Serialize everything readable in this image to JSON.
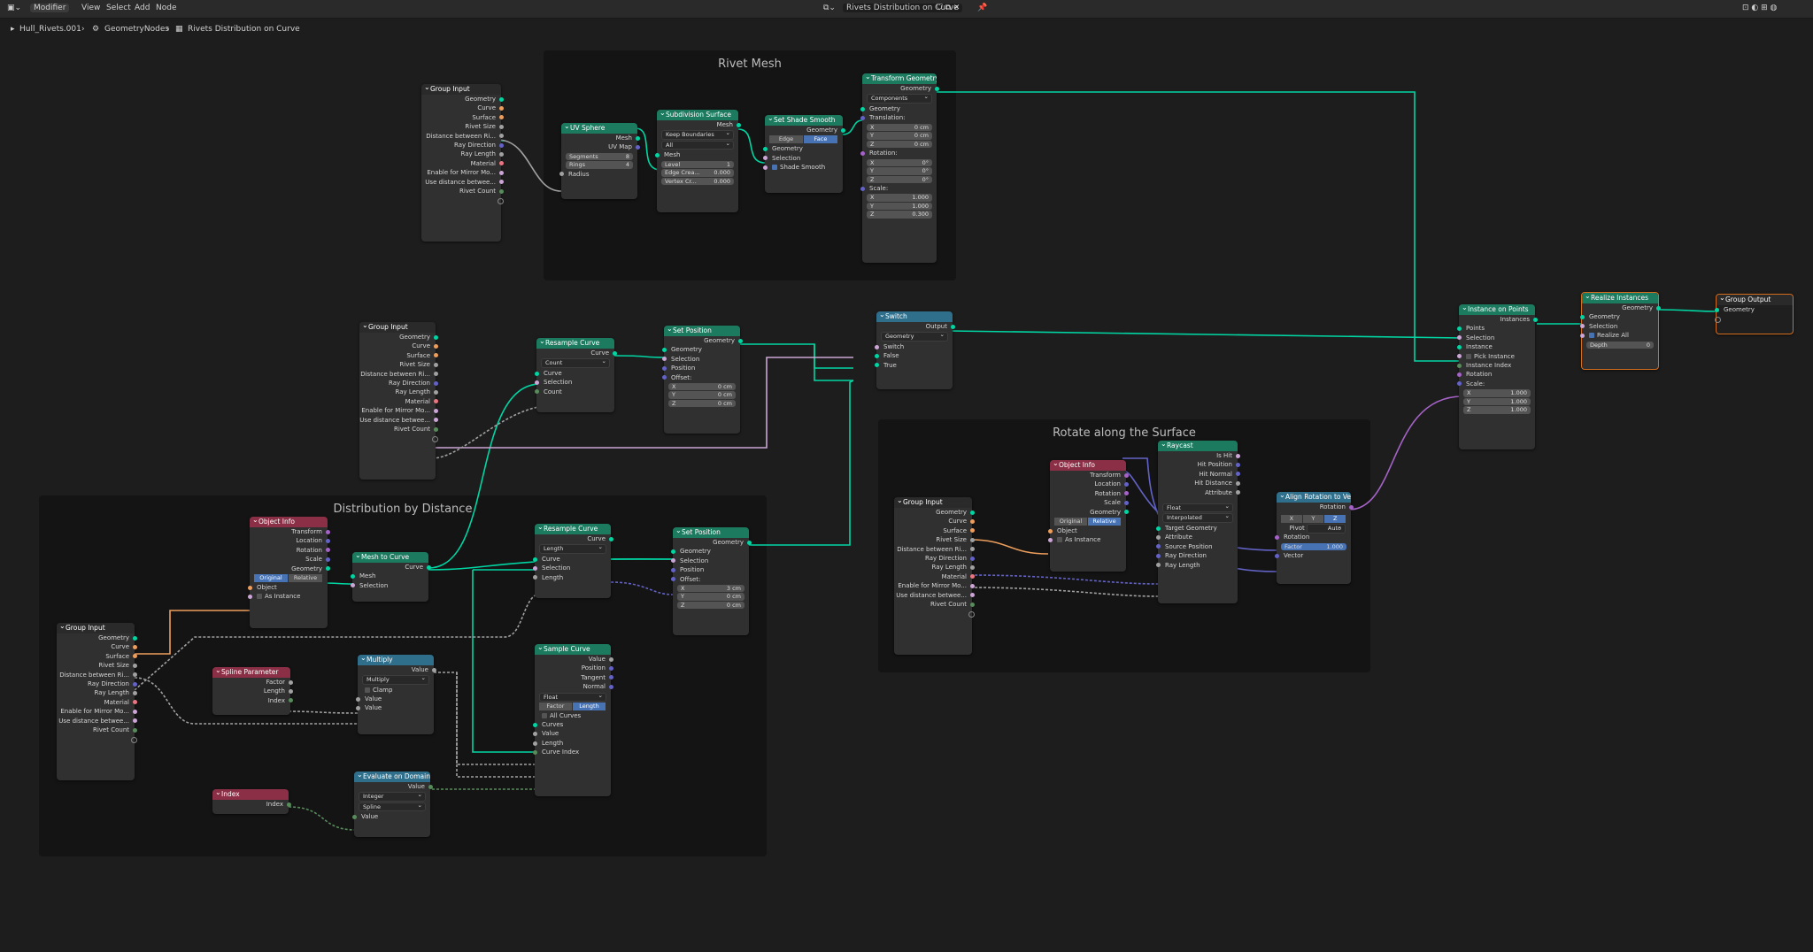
{
  "topbar": {
    "editor_type": "Modifier",
    "menus": [
      "View",
      "Select",
      "Add",
      "Node"
    ],
    "node_tree_name": "Rivets Distribution on Curve"
  },
  "breadcrumb": [
    "Hull_Rivets.001",
    "GeometryNodes",
    "Rivets Distribution on Curve"
  ],
  "frames": {
    "rivet_mesh": "Rivet Mesh",
    "distribution": "Distribution by Distance",
    "rotate": "Rotate along the Surface"
  },
  "group_input": {
    "title": "Group Input",
    "outputs": [
      "Geometry",
      "Curve",
      "Surface",
      "Rivet Size",
      "Distance between Ri...",
      "Ray Direction",
      "Ray Length",
      "Material",
      "Enable for Mirror Mo...",
      "Use distance betwee...",
      "Rivet Count"
    ]
  },
  "uv_sphere": {
    "title": "UV Sphere",
    "out_mesh": "Mesh",
    "out_uv": "UV Map",
    "segments_label": "Segments",
    "segments": "8",
    "rings_label": "Rings",
    "rings": "4",
    "radius": "Radius"
  },
  "subdivision": {
    "title": "Subdivision Surface",
    "out_mesh": "Mesh",
    "boundary": "Keep Boundaries",
    "uv": "All",
    "in_mesh": "Mesh",
    "level_label": "Level",
    "level": "1",
    "edge_label": "Edge Crea...",
    "edge": "0.000",
    "vertex_label": "Vertex Cr...",
    "vertex": "0.000"
  },
  "shade_smooth": {
    "title": "Set Shade Smooth",
    "out_geo": "Geometry",
    "mode_edge": "Edge",
    "mode_face": "Face",
    "in_geo": "Geometry",
    "selection": "Selection",
    "shade": "Shade Smooth"
  },
  "transform": {
    "title": "Transform Geometry",
    "out_geo": "Geometry",
    "mode": "Components",
    "in_geo": "Geometry",
    "translation": "Translation:",
    "t": [
      [
        "X",
        "0 cm"
      ],
      [
        "Y",
        "0 cm"
      ],
      [
        "Z",
        "0 cm"
      ]
    ],
    "rotation": "Rotation:",
    "r": [
      [
        "X",
        "0°"
      ],
      [
        "Y",
        "0°"
      ],
      [
        "Z",
        "0°"
      ]
    ],
    "scale": "Scale:",
    "s": [
      [
        "X",
        "1.000"
      ],
      [
        "Y",
        "1.000"
      ],
      [
        "Z",
        "0.300"
      ]
    ]
  },
  "resample1": {
    "title": "Resample Curve",
    "out": "Curve",
    "mode": "Count",
    "in_curve": "Curve",
    "selection": "Selection",
    "count": "Count"
  },
  "setpos1": {
    "title": "Set Position",
    "out": "Geometry",
    "geo": "Geometry",
    "selection": "Selection",
    "position": "Position",
    "offset": "Offset:",
    "o": [
      [
        "X",
        "0 cm"
      ],
      [
        "Y",
        "0 cm"
      ],
      [
        "Z",
        "0 cm"
      ]
    ]
  },
  "switch": {
    "title": "Switch",
    "out": "Output",
    "type": "Geometry",
    "sw": "Switch",
    "false": "False",
    "true": "True"
  },
  "instance_on_points": {
    "title": "Instance on Points",
    "out": "Instances",
    "points": "Points",
    "selection": "Selection",
    "instance": "Instance",
    "pick": "Pick Instance",
    "index": "Instance Index",
    "rotation": "Rotation",
    "scale": "Scale:",
    "s": [
      [
        "X",
        "1.000"
      ],
      [
        "Y",
        "1.000"
      ],
      [
        "Z",
        "1.000"
      ]
    ]
  },
  "realize": {
    "title": "Realize Instances",
    "out": "Geometry",
    "geo": "Geometry",
    "selection": "Selection",
    "all": "Realize All",
    "depth_label": "Depth",
    "depth": "0"
  },
  "group_output": {
    "title": "Group Output",
    "geo": "Geometry"
  },
  "object_info": {
    "title": "Object Info",
    "outputs": [
      "Transform",
      "Location",
      "Rotation",
      "Scale",
      "Geometry"
    ],
    "original": "Original",
    "relative": "Relative",
    "object": "Object",
    "as_instance": "As Instance"
  },
  "mesh_to_curve": {
    "title": "Mesh to Curve",
    "out": "Curve",
    "mesh": "Mesh",
    "selection": "Selection"
  },
  "resample2": {
    "title": "Resample Curve",
    "out": "Curve",
    "mode": "Length",
    "in_curve": "Curve",
    "selection": "Selection",
    "length": "Length"
  },
  "setpos2": {
    "title": "Set Position",
    "out": "Geometry",
    "geo": "Geometry",
    "selection": "Selection",
    "position": "Position",
    "offset": "Offset:",
    "o": [
      [
        "X",
        "3 cm"
      ],
      [
        "Y",
        "0 cm"
      ],
      [
        "Z",
        "0 cm"
      ]
    ]
  },
  "spline_param": {
    "title": "Spline Parameter",
    "outputs": [
      "Factor",
      "Length",
      "Index"
    ]
  },
  "multiply": {
    "title": "Multiply",
    "out": "Value",
    "op": "Multiply",
    "clamp": "Clamp",
    "v1": "Value",
    "v2": "Value"
  },
  "sample_curve": {
    "title": "Sample Curve",
    "outputs": [
      "Value",
      "Position",
      "Tangent",
      "Normal"
    ],
    "type": "Float",
    "factor": "Factor",
    "length_mode": "Length",
    "all": "All Curves",
    "inputs": [
      "Curves",
      "Value",
      "Length",
      "Curve Index"
    ]
  },
  "index_node": {
    "title": "Index",
    "out": "Index"
  },
  "eval_domain": {
    "title": "Evaluate on Domain",
    "out": "Value",
    "type": "Integer",
    "domain": "Spline",
    "in": "Value"
  },
  "raycast": {
    "title": "Raycast",
    "outputs": [
      "Is Hit",
      "Hit Position",
      "Hit Normal",
      "Hit Distance",
      "Attribute"
    ],
    "type": "Float",
    "interp": "Interpolated",
    "inputs": [
      "Target Geometry",
      "Attribute",
      "Source Position",
      "Ray Direction",
      "Ray Length"
    ]
  },
  "align": {
    "title": "Align Rotation to Ve...",
    "out": "Rotation",
    "x": "X",
    "y": "Y",
    "z": "Z",
    "pivot_label": "Pivot",
    "pivot": "Auto",
    "rotation": "Rotation",
    "factor_label": "Factor",
    "factor": "1.000",
    "vector": "Vector"
  },
  "colors": {
    "geometry": "#00d6a3",
    "float": "#a1a1a1",
    "vector": "#6363c7",
    "object": "#ed9e5c",
    "material": "#eb7582",
    "bool": "#cca6d6",
    "int": "#598c5c",
    "rotation": "#a663c7"
  }
}
